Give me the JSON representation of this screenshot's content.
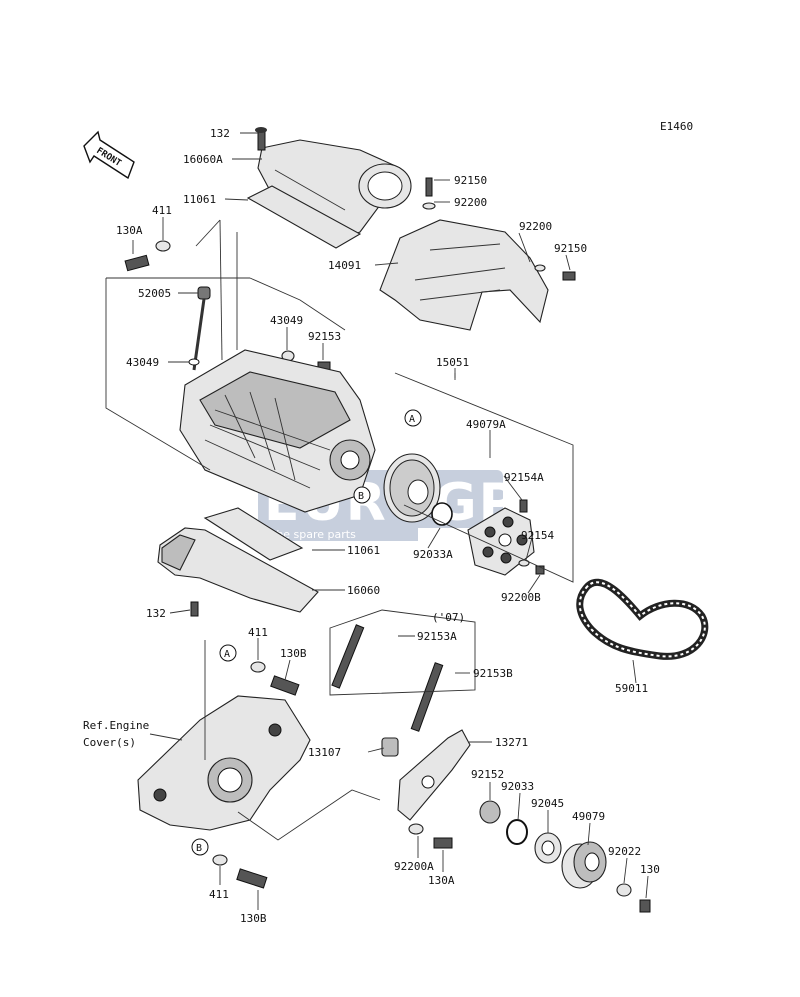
{
  "diagram": {
    "code": "E1460",
    "front_label": "FRONT",
    "callouts": {
      "a": "A",
      "b": "B"
    },
    "watermark": {
      "brand": "EUROGP",
      "tagline": "the spare parts"
    },
    "ref_note": {
      "line1": "Ref.Engine",
      "line2": "Cover(s)"
    },
    "year_note": "('07)",
    "labels": {
      "l132_top": "132",
      "l16060A": "16060A",
      "l11061_top": "11061",
      "l411_top": "411",
      "l130A_top": "130A",
      "l52005": "52005",
      "l43049_a": "43049",
      "l43049_b": "43049",
      "l92153": "92153",
      "l92150_top": "92150",
      "l92200_top": "92200",
      "l92200_r": "92200",
      "l92150_r": "92150",
      "l14091": "14091",
      "l15051": "15051",
      "l49079A": "49079A",
      "l92154A": "92154A",
      "l92154": "92154",
      "l92033A": "92033A",
      "l92200B": "92200B",
      "l11061_bot": "11061",
      "l16060": "16060",
      "l132_bot": "132",
      "l411_mid": "411",
      "l130B_mid": "130B",
      "l92153A": "92153A",
      "l92153B": "92153B",
      "l59011": "59011",
      "l13271": "13271",
      "l13107": "13107",
      "l92152": "92152",
      "l92033": "92033",
      "l92045": "92045",
      "l49079": "49079",
      "l92022": "92022",
      "l130_r": "130",
      "l92200A": "92200A",
      "l130A_bot": "130A",
      "l411_bot": "411",
      "l130B_bot": "130B"
    }
  }
}
